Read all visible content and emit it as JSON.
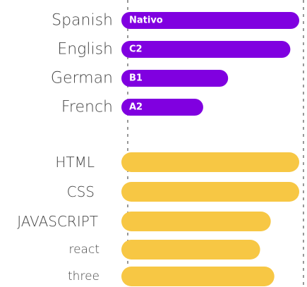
{
  "chart_data": [
    {
      "type": "bar",
      "orientation": "horizontal",
      "categories": [
        "Spanish",
        "English",
        "German",
        "French"
      ],
      "values": [
        100,
        95,
        60,
        46
      ],
      "data_labels": [
        "Nativo",
        "C2",
        "B1",
        "A2"
      ],
      "xlim": [
        0,
        100
      ],
      "grid": false,
      "color": "#8000e0"
    },
    {
      "type": "bar",
      "orientation": "horizontal",
      "categories": [
        "HTML",
        "CSS",
        "JAVASCRIPT",
        "react",
        "three"
      ],
      "values": [
        100,
        100,
        84,
        78,
        86
      ],
      "xlim": [
        0,
        100
      ],
      "grid": false,
      "color": "#f7c744"
    }
  ]
}
